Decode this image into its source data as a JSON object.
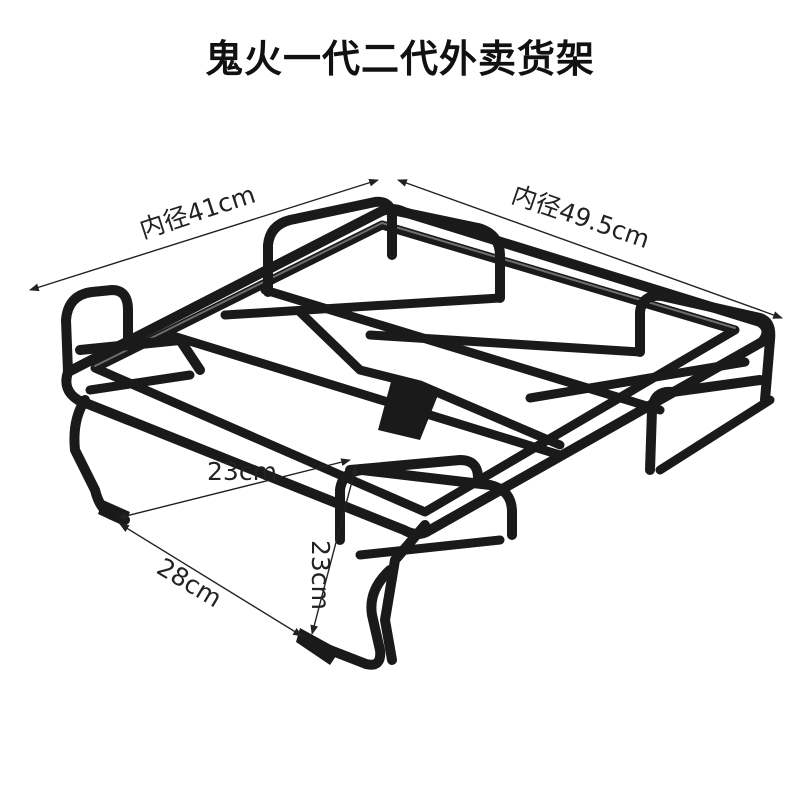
{
  "title": "鬼火一代二代外卖货架",
  "colors": {
    "background": "#ffffff",
    "frame": "#1a1a1a",
    "dimension_line": "#222222"
  },
  "dimensions": {
    "width_inner": "内径41cm",
    "depth_inner": "内径49.5cm",
    "mount_spacing": "23cm",
    "mount_depth": "28cm",
    "mount_height": "23cm"
  }
}
